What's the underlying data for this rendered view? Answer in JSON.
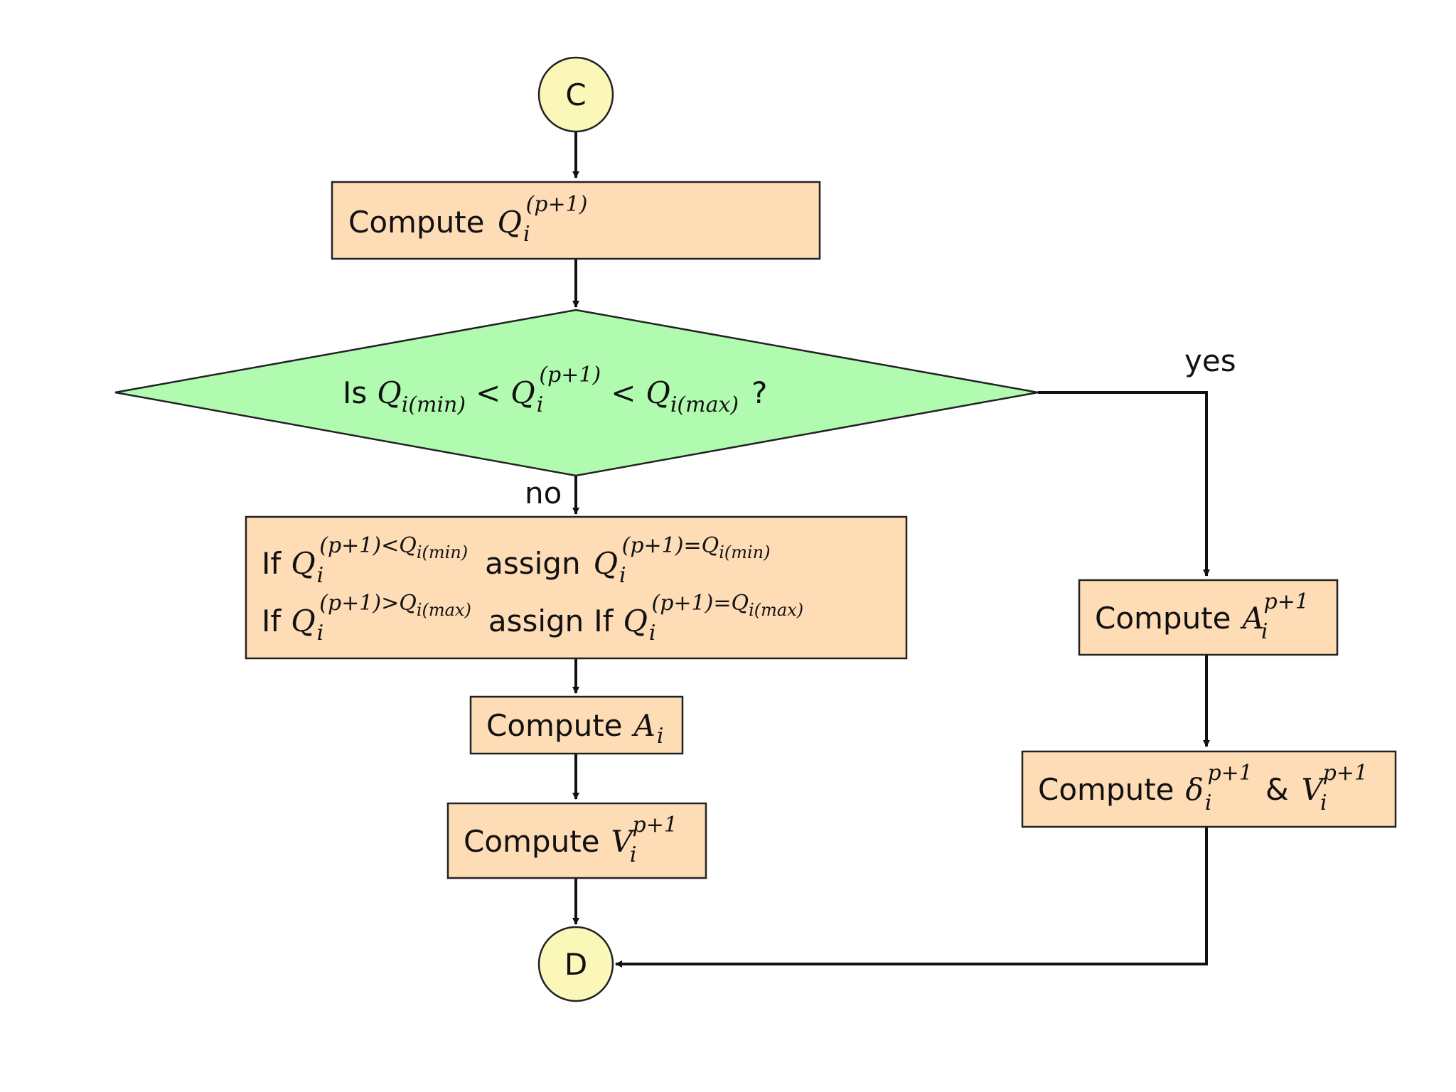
{
  "terminals": {
    "start": "C",
    "end": "D"
  },
  "labels": {
    "compute": "Compute",
    "is": "Is",
    "if": "If",
    "assign": "assign",
    "amp": "&",
    "question": "?",
    "yes": "yes",
    "no": "no"
  },
  "math": {
    "Q": "Q",
    "A": "A",
    "V": "V",
    "delta": "δ",
    "i": "i",
    "p1_paren": "(p+1)",
    "p1": "p+1",
    "i_min": "i(min)",
    "i_max": "i(max)",
    "lt": "<",
    "gt": ">",
    "eq": "=",
    "cond_lt_min": "(p+1)<Q",
    "cond_gt_max": "(p+1)>Q",
    "cond_eq": "(p+1)=Q"
  }
}
